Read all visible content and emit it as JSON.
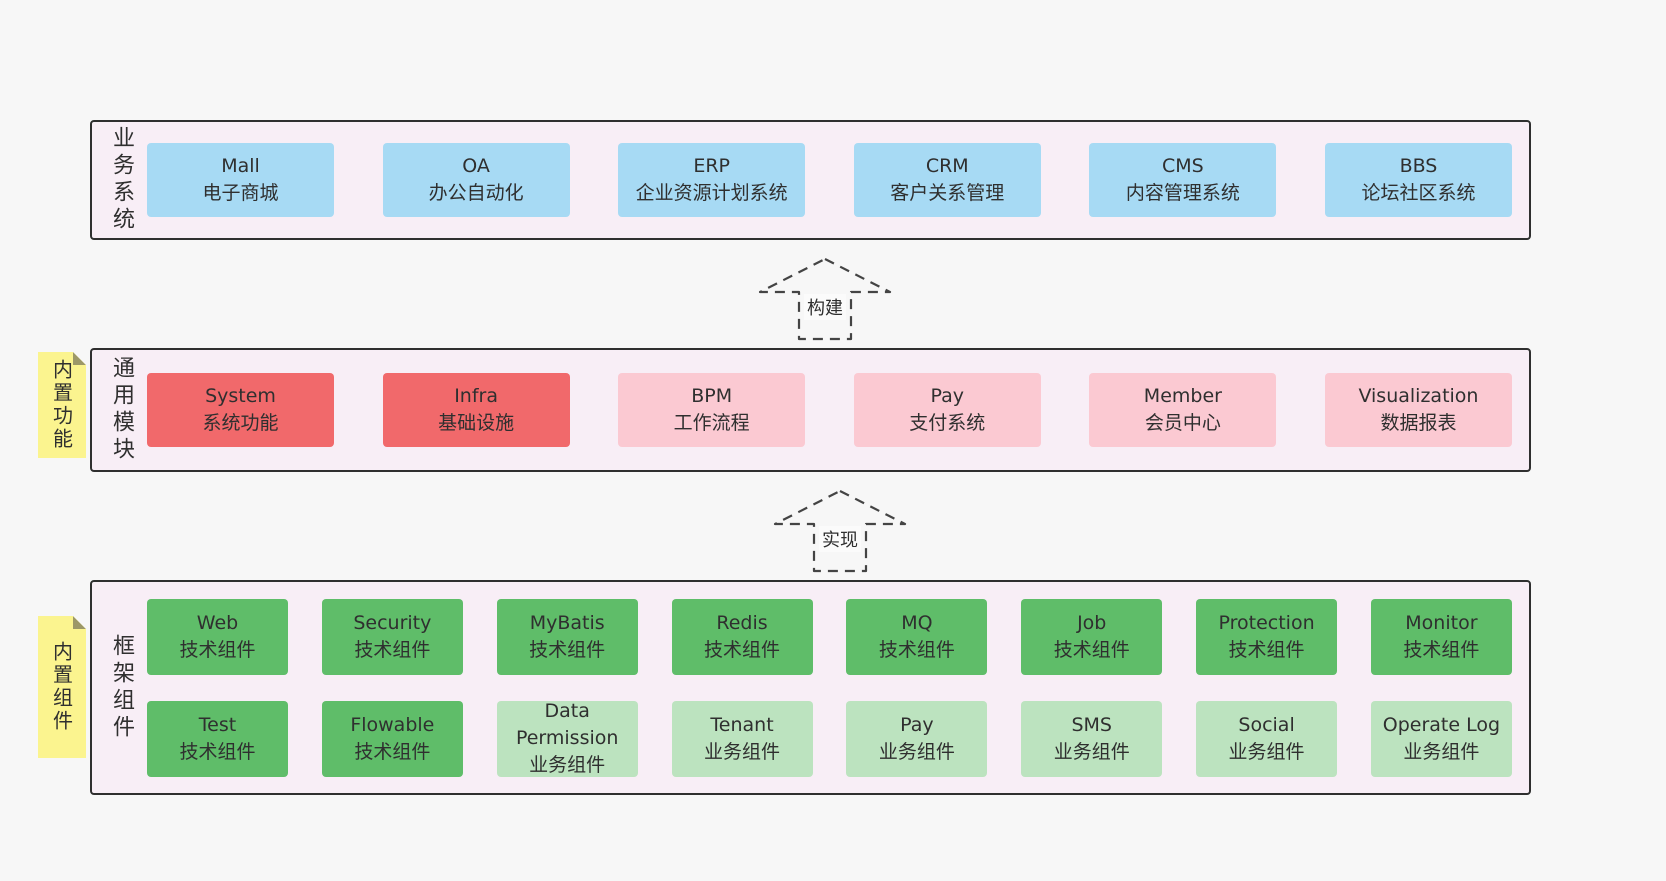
{
  "colors": {
    "page_background": "#f7f7f7",
    "section_background": "#f8eef6",
    "section_border": "#2f2f2f",
    "blue_box": "#a7daf4",
    "red_box": "#f1696b",
    "pink_box": "#fbc9d2",
    "green_dark_box": "#5fbd69",
    "green_light_box": "#bce3bf",
    "sticky_yellow": "#fbf48f"
  },
  "arrows": {
    "build": {
      "label": "构建"
    },
    "implement": {
      "label": "实现"
    }
  },
  "stickies": {
    "functions": {
      "label": "内置功能"
    },
    "components": {
      "label": "内置组件"
    }
  },
  "sections": {
    "business": {
      "side_label": "业务系统",
      "boxes": [
        {
          "title": "Mall",
          "subtitle": "电子商城",
          "variant": "blue"
        },
        {
          "title": "OA",
          "subtitle": "办公自动化",
          "variant": "blue"
        },
        {
          "title": "ERP",
          "subtitle": "企业资源计划系统",
          "variant": "blue"
        },
        {
          "title": "CRM",
          "subtitle": "客户关系管理",
          "variant": "blue"
        },
        {
          "title": "CMS",
          "subtitle": "内容管理系统",
          "variant": "blue"
        },
        {
          "title": "BBS",
          "subtitle": "论坛社区系统",
          "variant": "blue"
        }
      ]
    },
    "modules": {
      "side_label": "通用模块",
      "boxes": [
        {
          "title": "System",
          "subtitle": "系统功能",
          "variant": "red"
        },
        {
          "title": "Infra",
          "subtitle": "基础设施",
          "variant": "red"
        },
        {
          "title": "BPM",
          "subtitle": "工作流程",
          "variant": "pink"
        },
        {
          "title": "Pay",
          "subtitle": "支付系统",
          "variant": "pink"
        },
        {
          "title": "Member",
          "subtitle": "会员中心",
          "variant": "pink"
        },
        {
          "title": "Visualization",
          "subtitle": "数据报表",
          "variant": "pink"
        }
      ]
    },
    "framework": {
      "side_label": "框架组件",
      "rows": [
        [
          {
            "title": "Web",
            "subtitle": "技术组件",
            "variant": "green-dark"
          },
          {
            "title": "Security",
            "subtitle": "技术组件",
            "variant": "green-dark"
          },
          {
            "title": "MyBatis",
            "subtitle": "技术组件",
            "variant": "green-dark"
          },
          {
            "title": "Redis",
            "subtitle": "技术组件",
            "variant": "green-dark"
          },
          {
            "title": "MQ",
            "subtitle": "技术组件",
            "variant": "green-dark"
          },
          {
            "title": "Job",
            "subtitle": "技术组件",
            "variant": "green-dark"
          },
          {
            "title": "Protection",
            "subtitle": "技术组件",
            "variant": "green-dark"
          },
          {
            "title": "Monitor",
            "subtitle": "技术组件",
            "variant": "green-dark"
          }
        ],
        [
          {
            "title": "Test",
            "subtitle": "技术组件",
            "variant": "green-dark"
          },
          {
            "title": "Flowable",
            "subtitle": "技术组件",
            "variant": "green-dark"
          },
          {
            "title": "Data Permission",
            "subtitle": "业务组件",
            "variant": "green-light"
          },
          {
            "title": "Tenant",
            "subtitle": "业务组件",
            "variant": "green-light"
          },
          {
            "title": "Pay",
            "subtitle": "业务组件",
            "variant": "green-light"
          },
          {
            "title": "SMS",
            "subtitle": "业务组件",
            "variant": "green-light"
          },
          {
            "title": "Social",
            "subtitle": "业务组件",
            "variant": "green-light"
          },
          {
            "title": "Operate Log",
            "subtitle": "业务组件",
            "variant": "green-light"
          }
        ]
      ]
    }
  }
}
